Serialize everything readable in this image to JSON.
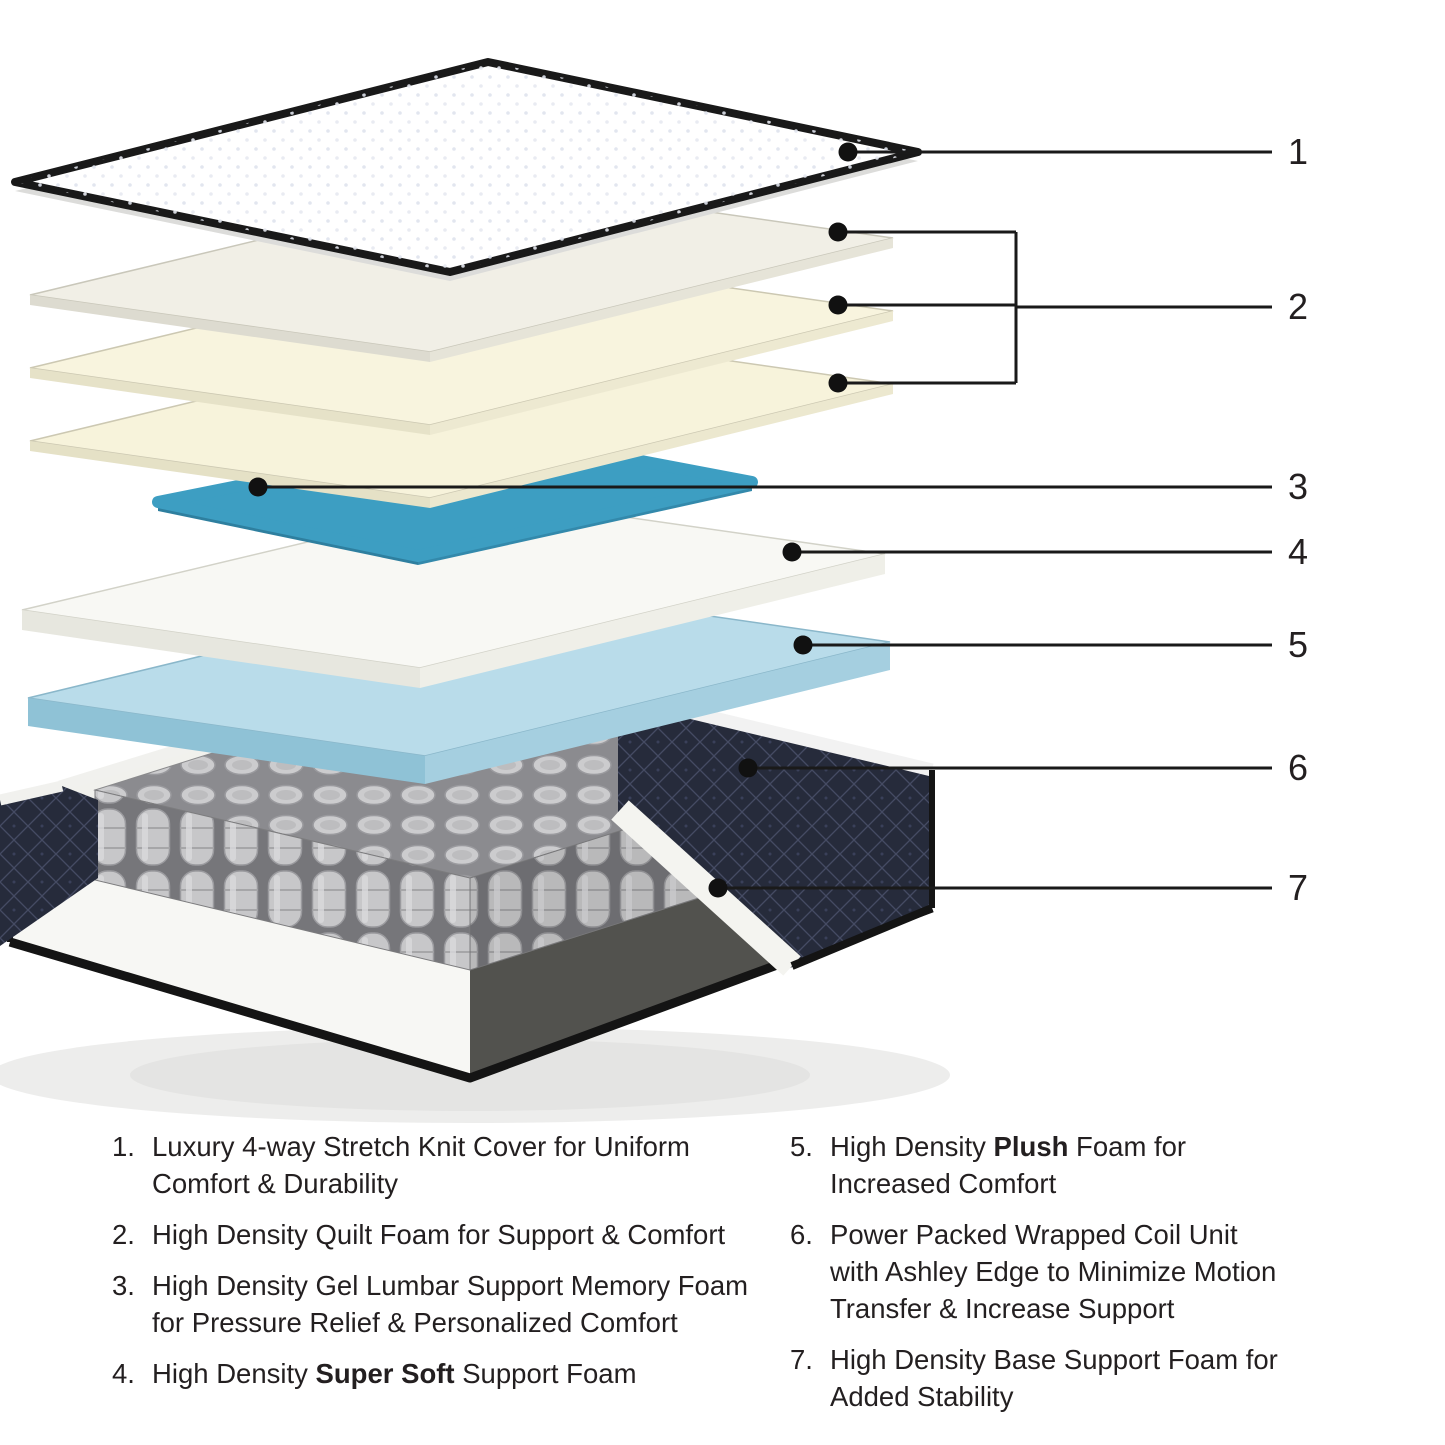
{
  "diagram": {
    "callouts": [
      {
        "label": "1"
      },
      {
        "label": "2"
      },
      {
        "label": "3"
      },
      {
        "label": "4"
      },
      {
        "label": "5"
      },
      {
        "label": "6"
      },
      {
        "label": "7"
      }
    ]
  },
  "legend": {
    "columns": [
      {
        "items": [
          {
            "num": "1.",
            "parts": [
              {
                "t": "Luxury 4-way Stretch Knit Cover for Uniform Comfort & Durability"
              }
            ]
          },
          {
            "num": "2.",
            "parts": [
              {
                "t": "High Density Quilt Foam for Support & Comfort"
              }
            ]
          },
          {
            "num": "3.",
            "parts": [
              {
                "t": "High Density Gel Lumbar Support Memory Foam for Pressure Relief & Personalized Comfort"
              }
            ]
          },
          {
            "num": "4.",
            "parts": [
              {
                "t": "High Density "
              },
              {
                "t": "Super Soft",
                "b": true
              },
              {
                "t": " Support Foam"
              }
            ]
          }
        ]
      },
      {
        "items": [
          {
            "num": "5.",
            "parts": [
              {
                "t": "High Density "
              },
              {
                "t": "Plush",
                "b": true
              },
              {
                "t": " Foam for Increased Comfort"
              }
            ]
          },
          {
            "num": "6.",
            "parts": [
              {
                "t": "Power Packed Wrapped Coil Unit with Ashley Edge to Minimize Motion Transfer & Increase Support"
              }
            ]
          },
          {
            "num": "7.",
            "parts": [
              {
                "t": "High Density Base Support Foam for Added Stability"
              }
            ]
          }
        ]
      }
    ]
  },
  "colors": {
    "background": "#ffffff",
    "text": "#231f20",
    "callout_line": "#1a1a1a",
    "cover_piping": "#191919",
    "quilt_foam_cream": "#f8f4de",
    "gel_blue": "#3d9ec2",
    "support_foam_white": "#f8f8f4",
    "plush_blue": "#b9dcea",
    "coil_gray": "#c7c7c9",
    "edge_fabric_navy": "#262b3b",
    "base_foam_white": "#f1f1ed"
  }
}
